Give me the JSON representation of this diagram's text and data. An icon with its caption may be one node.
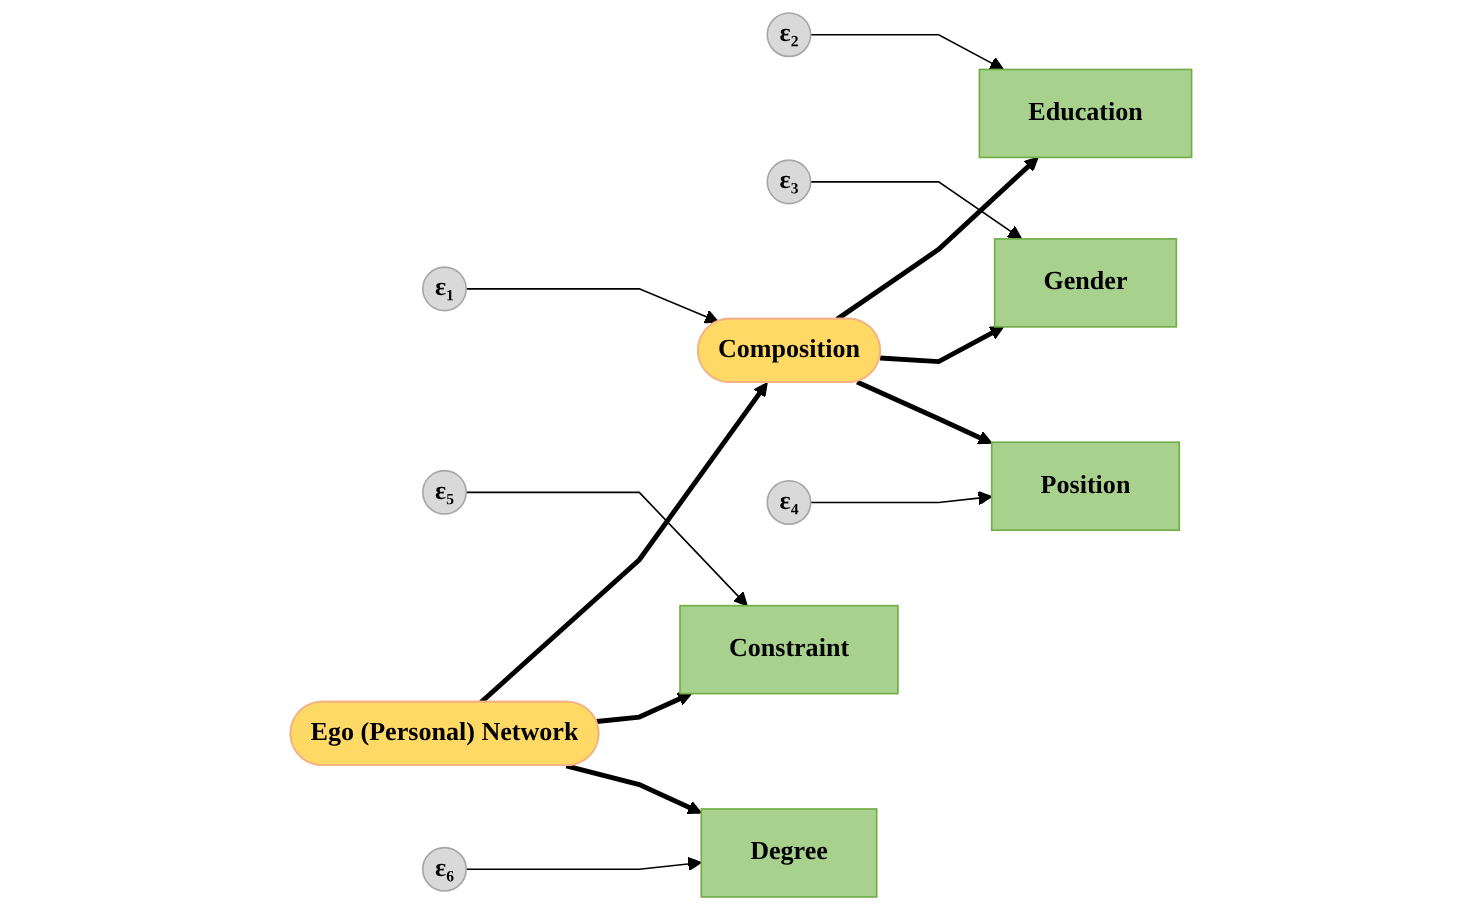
{
  "diagram": {
    "nodes": [
      {
        "text": [
          "ε₂"
        ]
      },
      {
        "text": [
          "Education"
        ]
      },
      {
        "text": [
          "ε₁"
        ]
      },
      {
        "text": [
          "ε₃"
        ]
      },
      {
        "text": [
          "Gender"
        ]
      },
      {
        "text": [
          "Composition"
        ]
      },
      {
        "text": [
          "ε₄"
        ]
      },
      {
        "text": [
          "Position"
        ]
      },
      {
        "text": [
          "ε₅"
        ]
      },
      {
        "text": [
          "Constraint"
        ]
      },
      {
        "text": [
          "Ego (Personal) Network"
        ]
      },
      {
        "text": [
          "ε₆"
        ]
      },
      {
        "text": [
          "Degree"
        ]
      }
    ],
    "edges": [
      {
        "from": 0,
        "to": 1,
        "arrow": "to"
      },
      {
        "from": 3,
        "to": 4,
        "arrow": "to"
      },
      {
        "from": 6,
        "to": 7,
        "arrow": "to"
      },
      {
        "from": 8,
        "to": 9,
        "arrow": "to"
      },
      {
        "from": 11,
        "to": 12,
        "arrow": "to"
      },
      {
        "from": 2,
        "to": 5,
        "arrow": "to"
      },
      {
        "from": 5,
        "to": 1,
        "arrow": "to",
        "style": "thick"
      },
      {
        "from": 5,
        "to": 4,
        "arrow": "to",
        "style": "thick"
      },
      {
        "from": 5,
        "to": 7,
        "arrow": "to",
        "style": "thick"
      },
      {
        "from": 10,
        "to": 5,
        "arrow": "to",
        "style": "thick"
      },
      {
        "from": 10,
        "to": 9,
        "arrow": "to",
        "style": "thick"
      },
      {
        "from": 10,
        "to": 12,
        "arrow": "to",
        "style": "thick"
      }
    ]
  }
}
